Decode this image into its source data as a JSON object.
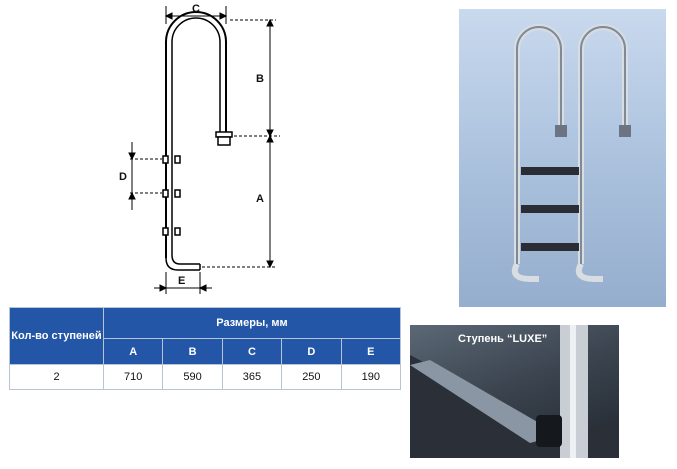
{
  "drawing": {
    "labels": {
      "A": "A",
      "B": "B",
      "C": "C",
      "D": "D",
      "E": "E"
    }
  },
  "photo_step": {
    "label": "Ступень “LUXE”"
  },
  "table": {
    "steps_header": "Кол-во ступеней",
    "dims_header": "Размеры, мм",
    "columns": [
      "A",
      "B",
      "C",
      "D",
      "E"
    ],
    "rows": [
      {
        "steps": "2",
        "values": [
          "710",
          "590",
          "365",
          "250",
          "190"
        ]
      }
    ]
  },
  "colors": {
    "header_bg": "#2356a6",
    "header_text": "#ffffff",
    "border": "#b8c4d6"
  }
}
